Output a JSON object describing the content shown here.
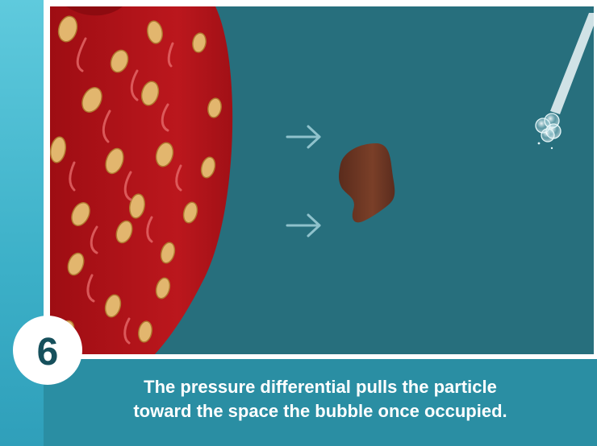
{
  "step": {
    "number": "6"
  },
  "caption": {
    "line1": "The pressure differential pulls the particle",
    "line2": "toward the space the bubble once occupied."
  },
  "illustration": {
    "icons": [
      "strawberry-surface",
      "seed",
      "arrow-right",
      "dirt-particle",
      "bubble-cluster",
      "needle"
    ],
    "colors": {
      "water": "#276f7d",
      "strawberry": "#b3141b",
      "seed": "#e2b66e",
      "particle": "#6a3524",
      "arrow": "#8fc2cc",
      "accent": "#2a8ea3"
    }
  }
}
